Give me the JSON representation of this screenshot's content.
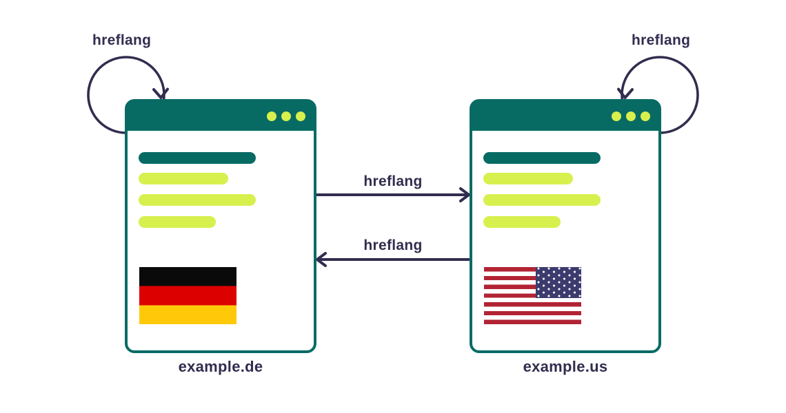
{
  "left_site": {
    "domain": "example.de",
    "self_loop_label": "hreflang",
    "flag": "germany-flag"
  },
  "right_site": {
    "domain": "example.us",
    "self_loop_label": "hreflang",
    "flag": "usa-flag"
  },
  "cross_links": {
    "left_to_right_label": "hreflang",
    "right_to_left_label": "hreflang"
  },
  "colors": {
    "teal": "#076b64",
    "lime": "#d7f04e",
    "navy": "#312d4f",
    "germany_flag": {
      "black": "#0a0a0a",
      "red": "#dd0000",
      "gold": "#ffc90a"
    },
    "usa_flag": {
      "red": "#b22334",
      "blue": "#3c3b6e",
      "white": "#ffffff"
    }
  }
}
